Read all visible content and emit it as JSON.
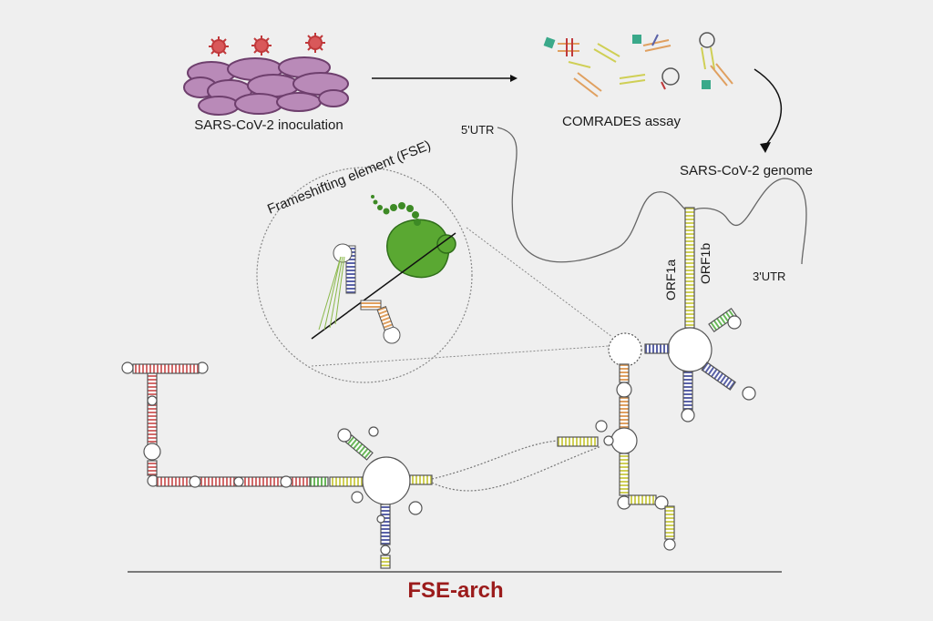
{
  "labels": {
    "inoculation": "SARS-CoV-2 inoculation",
    "assay": "COMRADES assay",
    "genome": "SARS-CoV-2 genome",
    "utr5": "5'UTR",
    "utr3": "3'UTR",
    "orf1a": "ORF1a",
    "orf1b": "ORF1b",
    "fse": "Frameshifting element (FSE)",
    "title": "FSE-arch"
  },
  "colors": {
    "background": "#efefef",
    "title": "#9b1b1b",
    "cell_fill": "#b98ab8",
    "cell_stroke": "#6e3f6d",
    "virus": "#c0393b",
    "ribosome": "#5aa832",
    "helix_red": "#d36a6a",
    "helix_yellow": "#dcdc6a",
    "helix_blue": "#5a62a8",
    "helix_orange": "#e0a060",
    "helix_green": "#7cc46a",
    "helix_teal": "#4ab0a0"
  }
}
